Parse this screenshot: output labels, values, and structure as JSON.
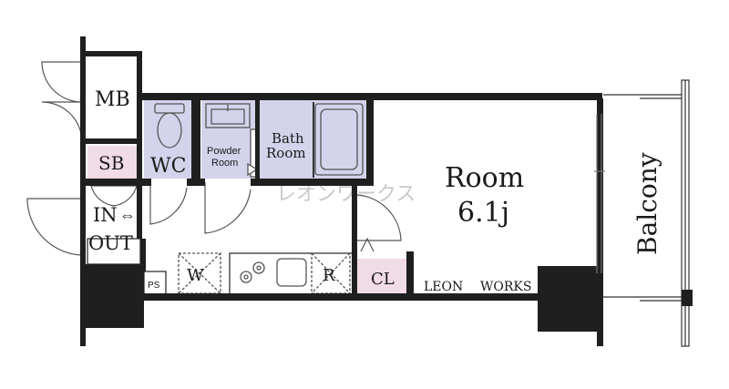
{
  "plan": {
    "rooms": {
      "mb": "MB",
      "sb": "SB",
      "wc": "WC",
      "powder_line1": "Powder",
      "powder_line2": "Room",
      "bath_line1": "Bath",
      "bath_line2": "Room",
      "entrance_line1": "IN",
      "entrance_arrow": "⇔",
      "entrance_line2": "OUT",
      "ps": "PS",
      "washer": "W",
      "fridge": "R",
      "closet": "CL",
      "room_name": "Room",
      "room_size": "6.1j",
      "balcony": "Balcony"
    },
    "brand": {
      "left": "LEON",
      "right": "WORKS",
      "watermark": "レオンワークス"
    },
    "colors": {
      "wall": "#1f1f1f",
      "wet_area": "#d3d3ec",
      "storage": "#f0dbe6",
      "fixture": "#555555"
    }
  }
}
